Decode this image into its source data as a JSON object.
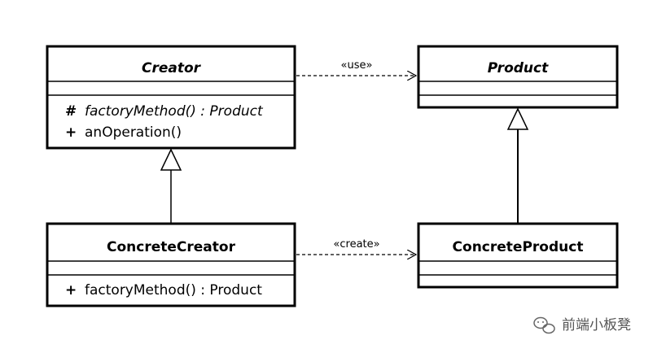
{
  "classes": {
    "creator": {
      "name": "Creator",
      "operations": [
        {
          "visibility": "#",
          "signature": "factoryMethod() : Product"
        },
        {
          "visibility": "+",
          "signature": "anOperation()"
        }
      ]
    },
    "product": {
      "name": "Product"
    },
    "concrete_creator": {
      "name": "ConcreteCreator",
      "operations": [
        {
          "visibility": "+",
          "signature": "factoryMethod() : Product"
        }
      ]
    },
    "concrete_product": {
      "name": "ConcreteProduct"
    }
  },
  "relations": {
    "use_label": "«use»",
    "create_label": "«create»"
  },
  "watermark": {
    "text": "前端小板凳",
    "icon": "wechat-icon"
  }
}
